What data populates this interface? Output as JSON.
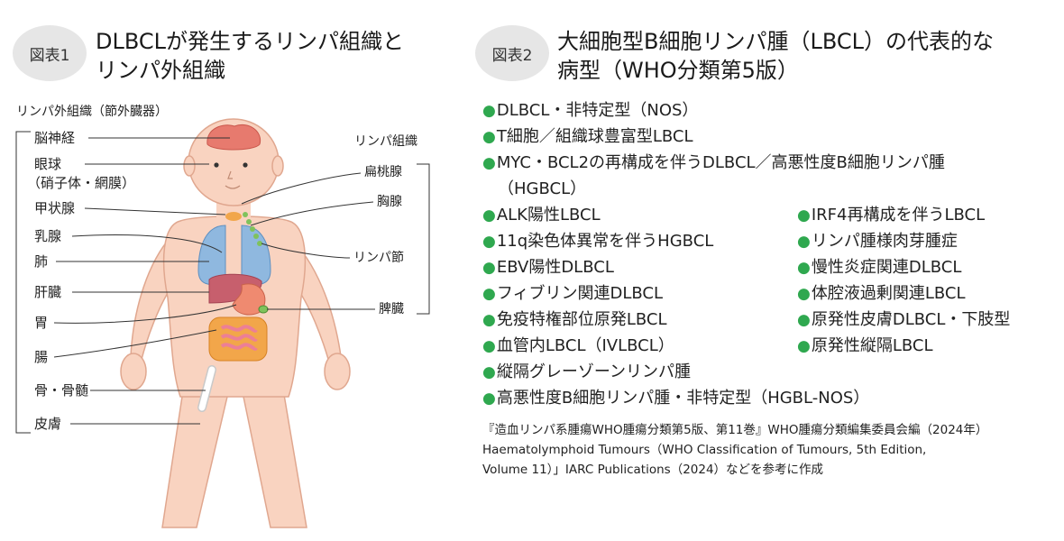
{
  "figure1": {
    "badge": "図表1",
    "title_line1": "DLBCLが発生するリンパ組織と",
    "title_line2": "リンパ外組織",
    "extranodal_header": "リンパ外組織（節外臓器）",
    "lymph_header": "リンパ組織",
    "organs": [
      {
        "id": "brain",
        "label": "脳神経"
      },
      {
        "id": "eye",
        "label": "眼球"
      },
      {
        "id": "eye-sub",
        "label": "（硝子体・網膜）"
      },
      {
        "id": "thyroid",
        "label": "甲状腺"
      },
      {
        "id": "breast",
        "label": "乳腺"
      },
      {
        "id": "lung",
        "label": "肺"
      },
      {
        "id": "liver",
        "label": "肝臓"
      },
      {
        "id": "stomach",
        "label": "胃"
      },
      {
        "id": "intestine",
        "label": "腸"
      },
      {
        "id": "bone",
        "label": "骨・骨髄"
      },
      {
        "id": "skin",
        "label": "皮膚"
      }
    ],
    "lymph_organs": [
      {
        "id": "tonsil",
        "label": "扁桃腺"
      },
      {
        "id": "thymus",
        "label": "胸腺"
      },
      {
        "id": "lymph-node",
        "label": "リンパ節"
      },
      {
        "id": "spleen",
        "label": "脾臓"
      }
    ]
  },
  "figure2": {
    "badge": "図表2",
    "title_line1": "大細胞型B細胞リンパ腫（LBCL）の代表的な",
    "title_line2": "病型（WHO分類第5版）",
    "bullet_color": "#2fa84f",
    "left_items": [
      "DLBCL・非特定型（NOS）",
      "T細胞／組織球豊富型LBCL",
      "MYC・BCL2の再構成を伴うDLBCL／高悪性度B細胞リンパ腫",
      "ALK陽性LBCL",
      "11q染色体異常を伴うHGBCL",
      "EBV陽性DLBCL",
      "フィブリン関連DLBCL",
      "免疫特権部位原発LBCL",
      "血管内LBCL（IVLBCL）",
      "縦隔グレーゾーンリンパ腫",
      "高悪性度B細胞リンパ腫・非特定型（HGBL-NOS）"
    ],
    "left_item3_cont": "（HGBCL）",
    "right_items": [
      "IRF4再構成を伴うLBCL",
      "リンパ腫様肉芽腫症",
      "慢性炎症関連DLBCL",
      "体腔液過剰関連LBCL",
      "原発性皮膚DLBCL・下肢型",
      "原発性縦隔LBCL"
    ],
    "reference_lines": [
      "『造血リンパ系腫瘍WHO腫瘍分類第5版、第11巻』WHO腫瘍分類編集委員会編（2024年）",
      "Haematolymphoid Tumours（WHO Classification of Tumours, 5th Edition,",
      "Volume 11）」IARC Publications（2024）などを参考に作成"
    ]
  }
}
